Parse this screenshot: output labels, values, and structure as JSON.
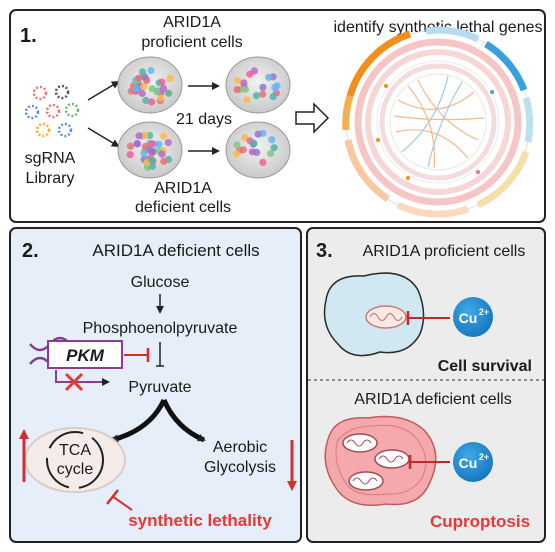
{
  "panel1": {
    "number": "1.",
    "proficient_label_line1": "ARID1A",
    "proficient_label_line2": "proficient cells",
    "deficient_label_line1": "ARID1A",
    "deficient_label_line2": "deficient cells",
    "duration": "21 days",
    "library_line1": "sgRNA",
    "library_line2": "Library",
    "screen_title": "identify synthetic lethal genes"
  },
  "panel2": {
    "number": "2.",
    "title": "ARID1A deficient cells",
    "glucose": "Glucose",
    "pep": "Phosphoenolpyruvate",
    "pkm": "PKM",
    "pyruvate": "Pyruvate",
    "tca_line1": "TCA",
    "tca_line2": "cycle",
    "aerobic_line1": "Aerobic",
    "aerobic_line2": "Glycolysis",
    "conclusion": "synthetic lethality"
  },
  "panel3": {
    "number": "3.",
    "top_title": "ARID1A proficient cells",
    "copper_top": "Cu",
    "copper_top_charge": "2+",
    "survival": "Cell survival",
    "bottom_title": "ARID1A deficient cells",
    "copper_bottom": "Cu",
    "copper_bottom_charge": "2+",
    "outcome": "Cuproptosis"
  },
  "colors": {
    "accent_red": "#e53935",
    "panel2_bg": "#e6eef9",
    "panel3_bg": "#ececec",
    "copper_blue": "#1e8ed0",
    "cell_blue": "#cfe8f1",
    "cell_pink": "#f5a9ad"
  }
}
